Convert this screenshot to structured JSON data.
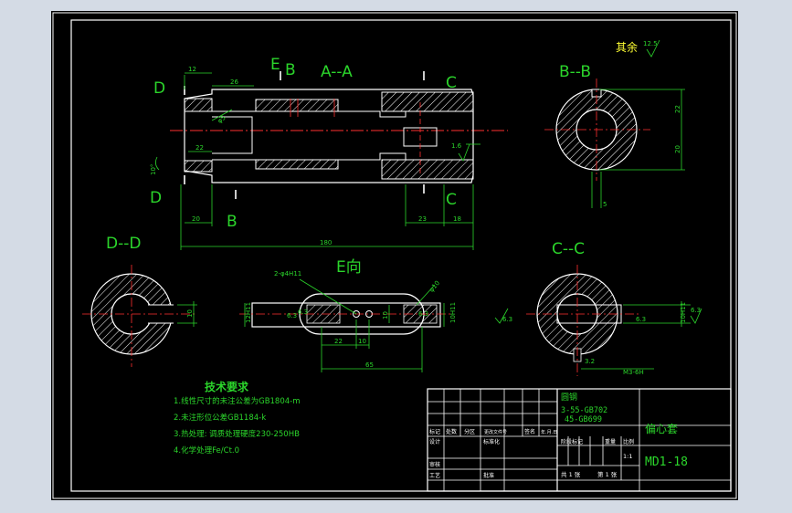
{
  "colors": {
    "frame": "#ffffff",
    "outline": "#ffffff",
    "dimension": "#2bd52b",
    "centerline": "#ff3030",
    "hatch": "#ffffff",
    "note": "#2bd52b",
    "title_text": "#2bd52b"
  },
  "views": {
    "aa": {
      "label": "A--A",
      "left_mark": "D",
      "right_mark": "C",
      "e_mark": "E",
      "b_mark": "B"
    },
    "bb": {
      "label": "B--B"
    },
    "dd": {
      "label": "D--D"
    },
    "cc": {
      "label": "C--C"
    },
    "e_view": {
      "label": "E向"
    }
  },
  "dims": {
    "d12": "12",
    "d26": "26",
    "d22": "22",
    "d20": "20",
    "d180": "180",
    "d23": "23",
    "d18": "18",
    "phi5": "φ5",
    "r16": "1.6",
    "ten": "10°",
    "bb22": "22",
    "bb20": "20",
    "bb5": "5",
    "dd10": "10",
    "e_hole": "2-φ4H11",
    "e22": "22",
    "e10": "10",
    "e65": "65",
    "e10v": "10",
    "e12h": "12H11",
    "e10h": "10H11",
    "phi10": "φ10",
    "cc10h": "10H11",
    "cc_m3": "M3-6H",
    "cc32": "3.2"
  },
  "rough": {
    "general_label": "其余",
    "general_value": "12.5",
    "r63": "6.3",
    "r32": "3.2"
  },
  "notes": {
    "title": "技术要求",
    "items": [
      "1.线性尺寸的未注公差为GB1804-m",
      "2.未注形位公差GB1184-k",
      "3.热处理: 调质处理硬度230-250HB",
      "4.化学处理Fe/Ct.0"
    ]
  },
  "title_block": {
    "material": "圆钢",
    "standard1": "3-55-GB702",
    "standard2": "45-GB699",
    "part_name": "偏心套",
    "drawing_no": "MD1-18",
    "row_labels": [
      "标记",
      "处数",
      "分区",
      "更改文件号",
      "签名",
      "年.月.日"
    ],
    "design": "设计",
    "standardize": "标准化",
    "check": "审核",
    "process": "工艺",
    "approve": "批准",
    "stage_label": "阶段标记",
    "weight_label": "重量",
    "scale_label": "比例",
    "scale_value": "1:1",
    "sheet_total": "共 1 张",
    "sheet_no": "第 1 张"
  }
}
